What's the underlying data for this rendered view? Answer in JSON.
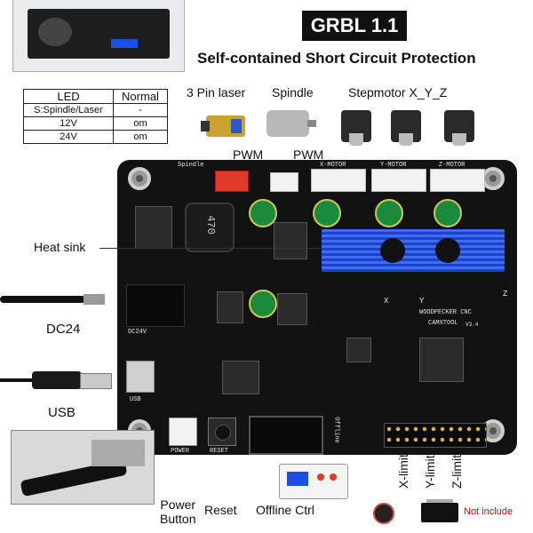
{
  "header": {
    "badge": "GRBL 1.1",
    "subtitle": "Self-contained Short Circuit Protection"
  },
  "led_table": {
    "headers": [
      "LED",
      "Normal"
    ],
    "rows": [
      [
        "S:Spindle/Laser",
        "-"
      ],
      [
        "12V",
        "om"
      ],
      [
        "24V",
        "om"
      ]
    ]
  },
  "callouts": {
    "laser": "3 Pin laser",
    "spindle": "Spindle",
    "stepmotor": "Stepmotor X_Y_Z",
    "pwm_left": "PWM",
    "pwm_right": "PWM",
    "heat_sink": "Heat sink",
    "dc24": "DC24",
    "usb": "USB",
    "power_button": "Power\nButton",
    "reset": "Reset",
    "offline_ctrl": "Offline Ctrl",
    "x_limit": "X-limit",
    "y_limit": "Y-limit",
    "z_limit": "Z-limit",
    "not_include": "Not include"
  },
  "board_silk": {
    "spindle": "Spindle",
    "x_motor": "X-MOTOR",
    "y_motor": "Y-MOTOR",
    "z_motor": "Z-MOTOR",
    "dc24v": "DC24V",
    "brand": "WOODPECKER CNC",
    "brand2": "CAMXTOOL",
    "version": "V3.4",
    "usb": "USB",
    "power": "POWER",
    "reset": "RESET",
    "offline": "Offline",
    "inductor": "470",
    "x_axis": "X",
    "y_axis": "Y",
    "z_axis": "Z"
  },
  "colors": {
    "board": "#121212",
    "heatsink": "#1f4fe0",
    "connector_red": "#e23a2a",
    "not_include": "#e00000"
  }
}
